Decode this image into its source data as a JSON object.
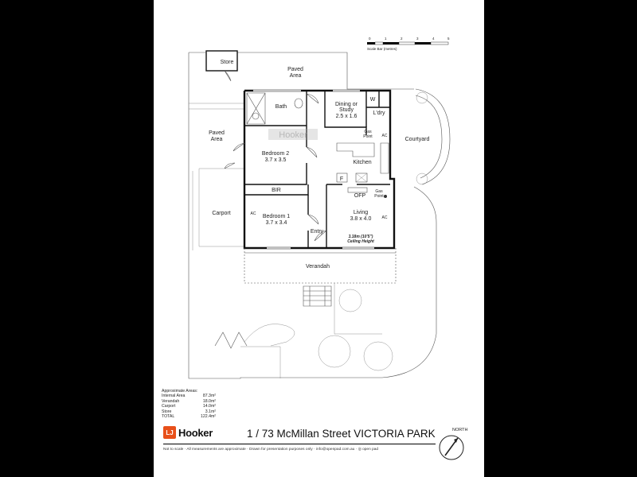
{
  "rooms": {
    "store": "Store",
    "paved_area_top_1": "Paved",
    "paved_area_top_2": "Area",
    "bath": "Bath",
    "dining_1": "Dining or",
    "dining_2": "Study",
    "dining_dim": "2.5 x 1.6",
    "laundry": "L'dry",
    "w": "W",
    "paved_area_left_1": "Paved",
    "paved_area_left_2": "Area",
    "courtyard": "Courtyard",
    "bedroom2": "Bedroom 2",
    "bedroom2_dim": "3.7 x 3.5",
    "kitchen": "Kitchen",
    "gas_point": "Gas",
    "gas_point_2": "Point",
    "ac": "AC",
    "f": "F",
    "bir": "BIR",
    "ofp": "OFP",
    "carport": "Carport",
    "bedroom1": "Bedroom 1",
    "bedroom1_dim": "3.7 x 3.4",
    "living": "Living",
    "living_dim": "3.8 x 4.0",
    "entry": "Entry",
    "ceiling_1": "3.18m (10'5\")",
    "ceiling_2": "Ceiling Height",
    "verandah": "Verandah",
    "watermark": "Hooker"
  },
  "scale_bar": {
    "label": "Scale Bar (metres)",
    "ticks": [
      "0",
      "1",
      "2",
      "3",
      "4",
      "5"
    ]
  },
  "areas": {
    "heading": "Approximate Areas:",
    "rows": [
      {
        "name": "Internal Area",
        "value": "87.3m²"
      },
      {
        "name": "Verandah",
        "value": "18.0m²"
      },
      {
        "name": "Carport",
        "value": "14.0m²"
      },
      {
        "name": "Store",
        "value": "3.1m²"
      },
      {
        "name": "TOTAL",
        "value": "122.4m²"
      }
    ]
  },
  "brand": {
    "mark": "LJ",
    "name": "Hooker",
    "color": "#e8501a"
  },
  "address": "1 / 73 McMillan Street VICTORIA PARK",
  "north_label": "NORTH",
  "footer": "Not to scale  ·  All measurements are approximate  ·  Drawn for presentation purposes only  ·  info@openpad.com.au  ·  ◎ open pad"
}
